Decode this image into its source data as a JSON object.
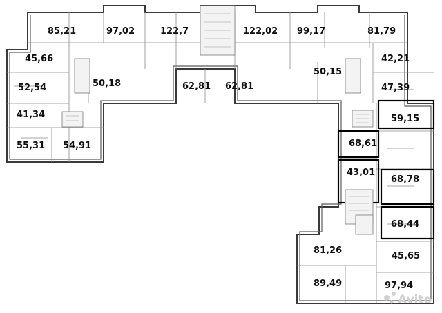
{
  "floor_plan": {
    "apartments": [
      {
        "id": "a01",
        "area": "85,21"
      },
      {
        "id": "a02",
        "area": "97,02"
      },
      {
        "id": "a03",
        "area": "122,7"
      },
      {
        "id": "a04",
        "area": "122,02"
      },
      {
        "id": "a05",
        "area": "99,17"
      },
      {
        "id": "a06",
        "area": "81,79"
      },
      {
        "id": "a07",
        "area": "45,66"
      },
      {
        "id": "a08",
        "area": "42,21"
      },
      {
        "id": "a09",
        "area": "50,18"
      },
      {
        "id": "a10",
        "area": "50,15"
      },
      {
        "id": "a11",
        "area": "62,81"
      },
      {
        "id": "a12",
        "area": "62,81"
      },
      {
        "id": "a13",
        "area": "52,54"
      },
      {
        "id": "a14",
        "area": "47,39"
      },
      {
        "id": "a15",
        "area": "41,34"
      },
      {
        "id": "a16",
        "area": "59,15"
      },
      {
        "id": "a17",
        "area": "55,31"
      },
      {
        "id": "a18",
        "area": "54,91"
      },
      {
        "id": "a19",
        "area": "68,61"
      },
      {
        "id": "a20",
        "area": "43,01"
      },
      {
        "id": "a21",
        "area": "68,78"
      },
      {
        "id": "a22",
        "area": "68,44"
      },
      {
        "id": "a23",
        "area": "81,26"
      },
      {
        "id": "a24",
        "area": "45,65"
      },
      {
        "id": "a25",
        "area": "89,49"
      },
      {
        "id": "a26",
        "area": "97,94"
      }
    ],
    "watermark": "Avito"
  }
}
